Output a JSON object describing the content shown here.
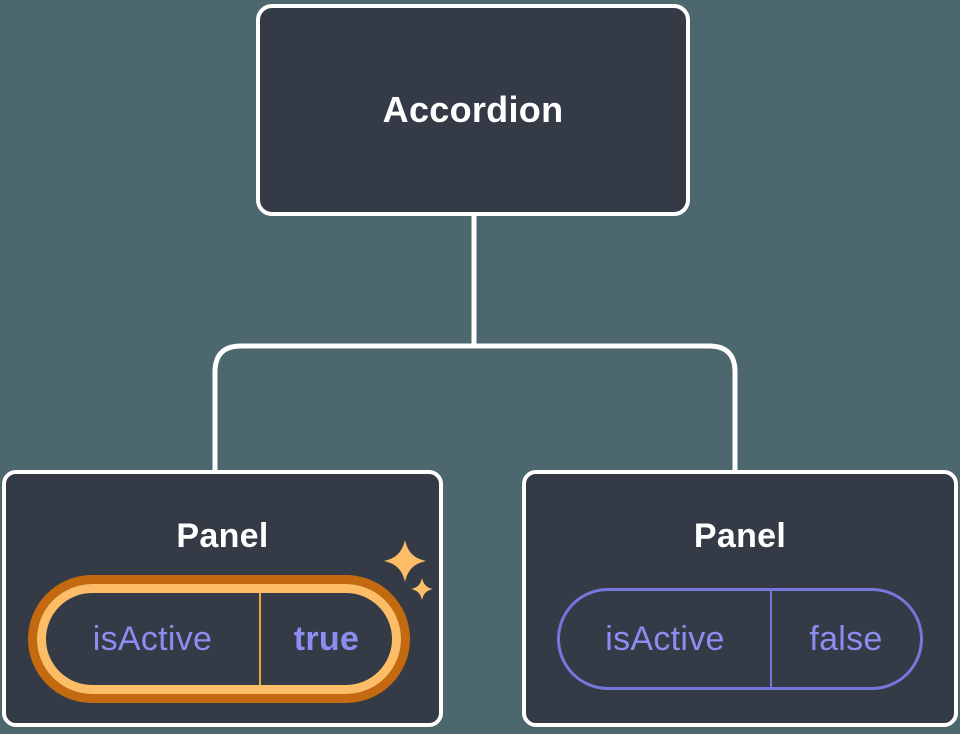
{
  "canvas": {
    "background_color": "#4c676e",
    "node_fill": "#343a46",
    "node_border_color": "#ffffff",
    "connector_color": "#ffffff"
  },
  "text_colors": {
    "node_label": "#ffffff",
    "prop_text": "#8b8df0"
  },
  "highlight": {
    "outer_ring": "#c3690f",
    "inner_ring": "#fcbd66",
    "divider": "#eda43d",
    "sparkle": "#fcbd66"
  },
  "inactive_pill": {
    "border_color": "#7577dc"
  },
  "tree": {
    "root": {
      "label": "Accordion"
    },
    "children": [
      {
        "label": "Panel",
        "prop_name": "isActive",
        "prop_value": "true",
        "highlighted": true,
        "badge_icon": "sparkles-icon"
      },
      {
        "label": "Panel",
        "prop_name": "isActive",
        "prop_value": "false",
        "highlighted": false
      }
    ]
  }
}
